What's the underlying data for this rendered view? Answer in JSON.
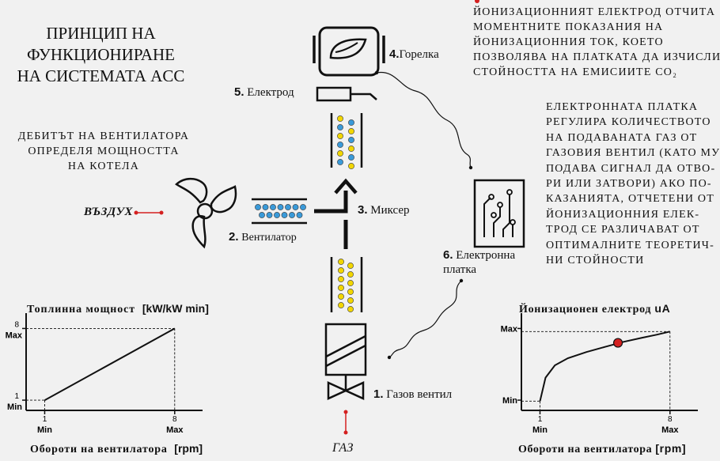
{
  "title": {
    "line1": "ПРИНЦИП НА",
    "line2": "ФУНКЦИОНИРАНЕ",
    "line3": "НА СИСТЕМАТА ACC"
  },
  "notes": {
    "fan_note": [
      "ДЕБИТЪТ НА ВЕНТИЛАТОРА",
      "ОПРЕДЕЛЯ МОЩНОСТТА",
      "НА КОТЕЛА"
    ],
    "electrode_note": [
      "ЙОНИЗАЦИОННИЯТ ЕЛЕКТРОД ОТЧИТА",
      "МОМЕНТНИТЕ ПОКАЗАНИЯ НА",
      "ЙОНИЗАЦИОННИЯ ТОК, КОЕТО",
      "ПОЗВОЛЯВА НА ПЛАТКАТА ДА ИЗЧИСЛИ",
      "СТОЙНОСТТА НА ЕМИСИИТЕ CO₂"
    ],
    "board_note": [
      "ЕЛЕКТРОННАТА ПЛАТКА",
      "РЕГУЛИРА КОЛИЧЕСТВОТО",
      "НА ПОДАВАНАТА ГАЗ ОТ",
      "ГАЗОВИЯ ВЕНТИЛ (КАТО МУ",
      "ПОДАВА СИГНАЛ ДА ОТВО-",
      "РИ ИЛИ ЗАТВОРИ) АКО ПО-",
      "КАЗАНИЯТА, ОТЧЕТЕНИ ОТ",
      "ЙОНИЗАЦИОННИЯ ЕЛЕК-",
      "ТРОД СЕ РАЗЛИЧАВАТ ОТ",
      "ОПТИМАЛНИТЕ ТЕОРЕТИЧ-",
      "НИ СТОЙНОСТИ"
    ]
  },
  "components": {
    "c1": {
      "num": "1.",
      "label": "Газов вентил"
    },
    "c2": {
      "num": "2.",
      "label": "Вентилатор"
    },
    "c3": {
      "num": "3.",
      "label": "Миксер"
    },
    "c4": {
      "num": "4.",
      "label": "Горелка"
    },
    "c5": {
      "num": "5.",
      "label": "Електрод"
    },
    "c6": {
      "num": "6.",
      "label1": "Електронна",
      "label2": "платка"
    }
  },
  "inputs": {
    "air": "ВЪЗДУХ",
    "gas": "ГАЗ"
  },
  "colors": {
    "air_dot": "#3a9ad9",
    "gas_dot": "#f2d600",
    "accent_red": "#d42020"
  },
  "chart_data": [
    {
      "type": "line",
      "title": "Топлинна мощност",
      "title_unit": "[kW/kW min]",
      "xlabel": "Обороти на вентилатора",
      "xlabel_unit": "[rpm]",
      "x_ticks": [
        {
          "value": 1,
          "num": "1",
          "name": "Min"
        },
        {
          "value": 8,
          "num": "8",
          "name": "Max"
        }
      ],
      "y_ticks": [
        {
          "value": 1,
          "num": "1",
          "name": "Min"
        },
        {
          "value": 8,
          "num": "8",
          "name": "Max"
        }
      ],
      "xlim": [
        0,
        9.5
      ],
      "ylim": [
        0,
        9.5
      ],
      "series": [
        {
          "x": [
            1,
            8
          ],
          "y": [
            1,
            8
          ]
        }
      ]
    },
    {
      "type": "line",
      "title": "Йонизационен електрод",
      "title_unit": "uA",
      "xlabel": "Обороти на вентилатора",
      "xlabel_unit": "[rpm]",
      "x_ticks": [
        {
          "value": 1,
          "num": "1",
          "name": "Min"
        },
        {
          "value": 8,
          "num": "8",
          "name": "Max"
        }
      ],
      "y_ticks": [
        {
          "value": 1,
          "name": "Min"
        },
        {
          "value": 8,
          "name": "Max"
        }
      ],
      "xlim": [
        0,
        9.5
      ],
      "ylim": [
        0,
        9.5
      ],
      "series": [
        {
          "x": [
            1,
            1.3,
            1.8,
            2.5,
            3.5,
            4.5,
            5.5,
            6.5,
            7.3,
            8
          ],
          "y": [
            0.9,
            3.2,
            4.4,
            5.1,
            5.7,
            6.2,
            6.7,
            7.1,
            7.4,
            7.7
          ]
        }
      ],
      "highlight": {
        "x": 5.2,
        "y": 6.6
      }
    }
  ]
}
